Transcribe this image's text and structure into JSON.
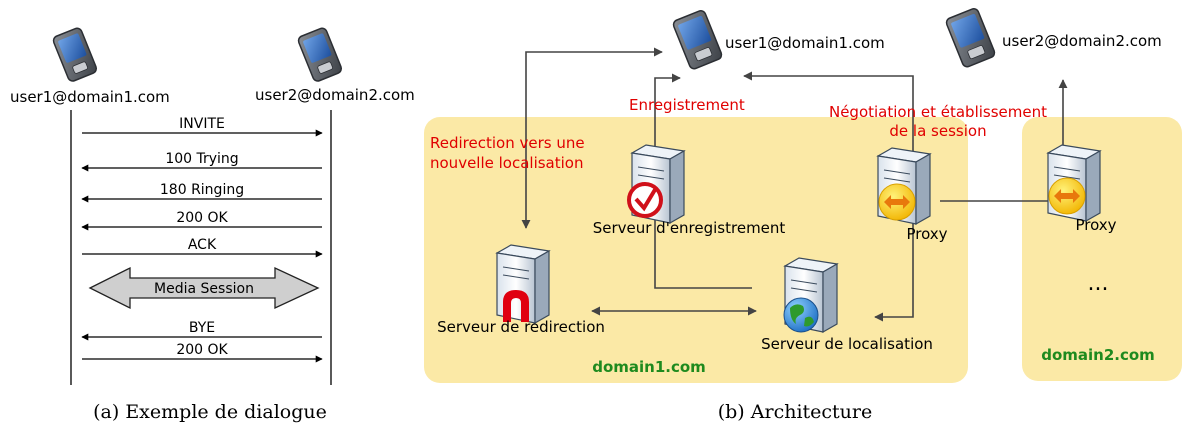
{
  "panel_a": {
    "caption": "(a)  Exemple de dialogue",
    "left_user": "user1@domain1.com",
    "right_user": "user2@domain2.com",
    "messages": [
      "INVITE",
      "100 Trying",
      "180  Ringing",
      "200  OK",
      "ACK",
      "Media Session",
      "BYE",
      "200  OK"
    ]
  },
  "panel_b": {
    "caption": "(b)  Architecture",
    "user1": "user1@domain1.com",
    "user2": "user2@domain2.com",
    "enregistrement": "Enregistrement",
    "negotiation_line1": "Négotiation et établissement",
    "negotiation_line2": "de la session",
    "redirection_line1": "Redirection vers une",
    "redirection_line2": "nouvelle localisation",
    "server_registration": "Serveur d'enregistrement",
    "proxy1": "Proxy",
    "proxy2": "Proxy",
    "server_redirection": "Serveur de redirection",
    "server_location": "Serveur de localisation",
    "domain1": "domain1.com",
    "domain2": "domain2.com",
    "ellipsis": "..."
  }
}
